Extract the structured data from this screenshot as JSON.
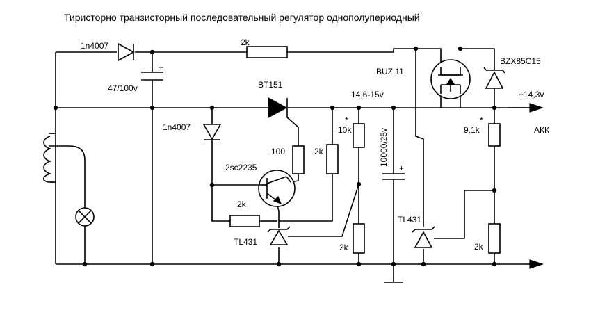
{
  "title": "Тиристорно транзисторный последовательный регулятор однополупериодный",
  "labels": {
    "diode_top": "1n4007",
    "cap_small": "47/100v",
    "res_top": "2k",
    "thyristor": "BT151",
    "diode_left": "1n4007",
    "transistor": "2sc2235",
    "res_100": "100",
    "res_2k_mid": "2k",
    "res_2k_bottom_left": "2k",
    "tl431_left": "TL431",
    "node_voltage": "14,6-15v",
    "star_1": "*",
    "res_10k": "10k",
    "cap_big": "10000/25v",
    "res_2k_div": "2k",
    "mosfet": "BUZ 11",
    "zener": "BZX85C15",
    "output_voltage": "+14,3v",
    "star_2": "*",
    "res_91k": "9,1k",
    "akk": "АКК",
    "tl431_right": "TL431",
    "res_2k_right": "2k",
    "cap_plus_small": "+",
    "cap_plus_big": "+"
  }
}
